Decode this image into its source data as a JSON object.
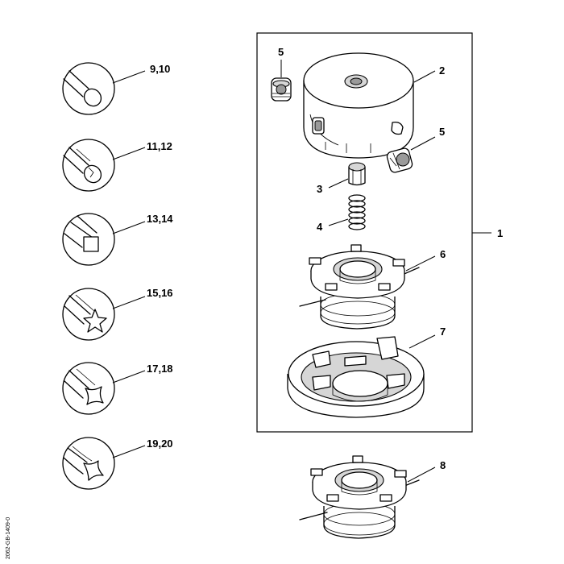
{
  "line_profiles": [
    {
      "shape": "round",
      "label": "9,10"
    },
    {
      "shape": "round-notched",
      "label": "11,12"
    },
    {
      "shape": "square",
      "label": "13,14"
    },
    {
      "shape": "star",
      "label": "15,16"
    },
    {
      "shape": "cross",
      "label": "17,18"
    },
    {
      "shape": "twisted",
      "label": "19,20"
    }
  ],
  "parts": {
    "assembly": "1",
    "housing": "2",
    "nut": "3",
    "spring": "4",
    "eyelet_left": "5",
    "eyelet_right": "5",
    "spool": "6",
    "cover": "7",
    "spool_alt": "8"
  },
  "doc_id": "2062-GB-1409-0"
}
